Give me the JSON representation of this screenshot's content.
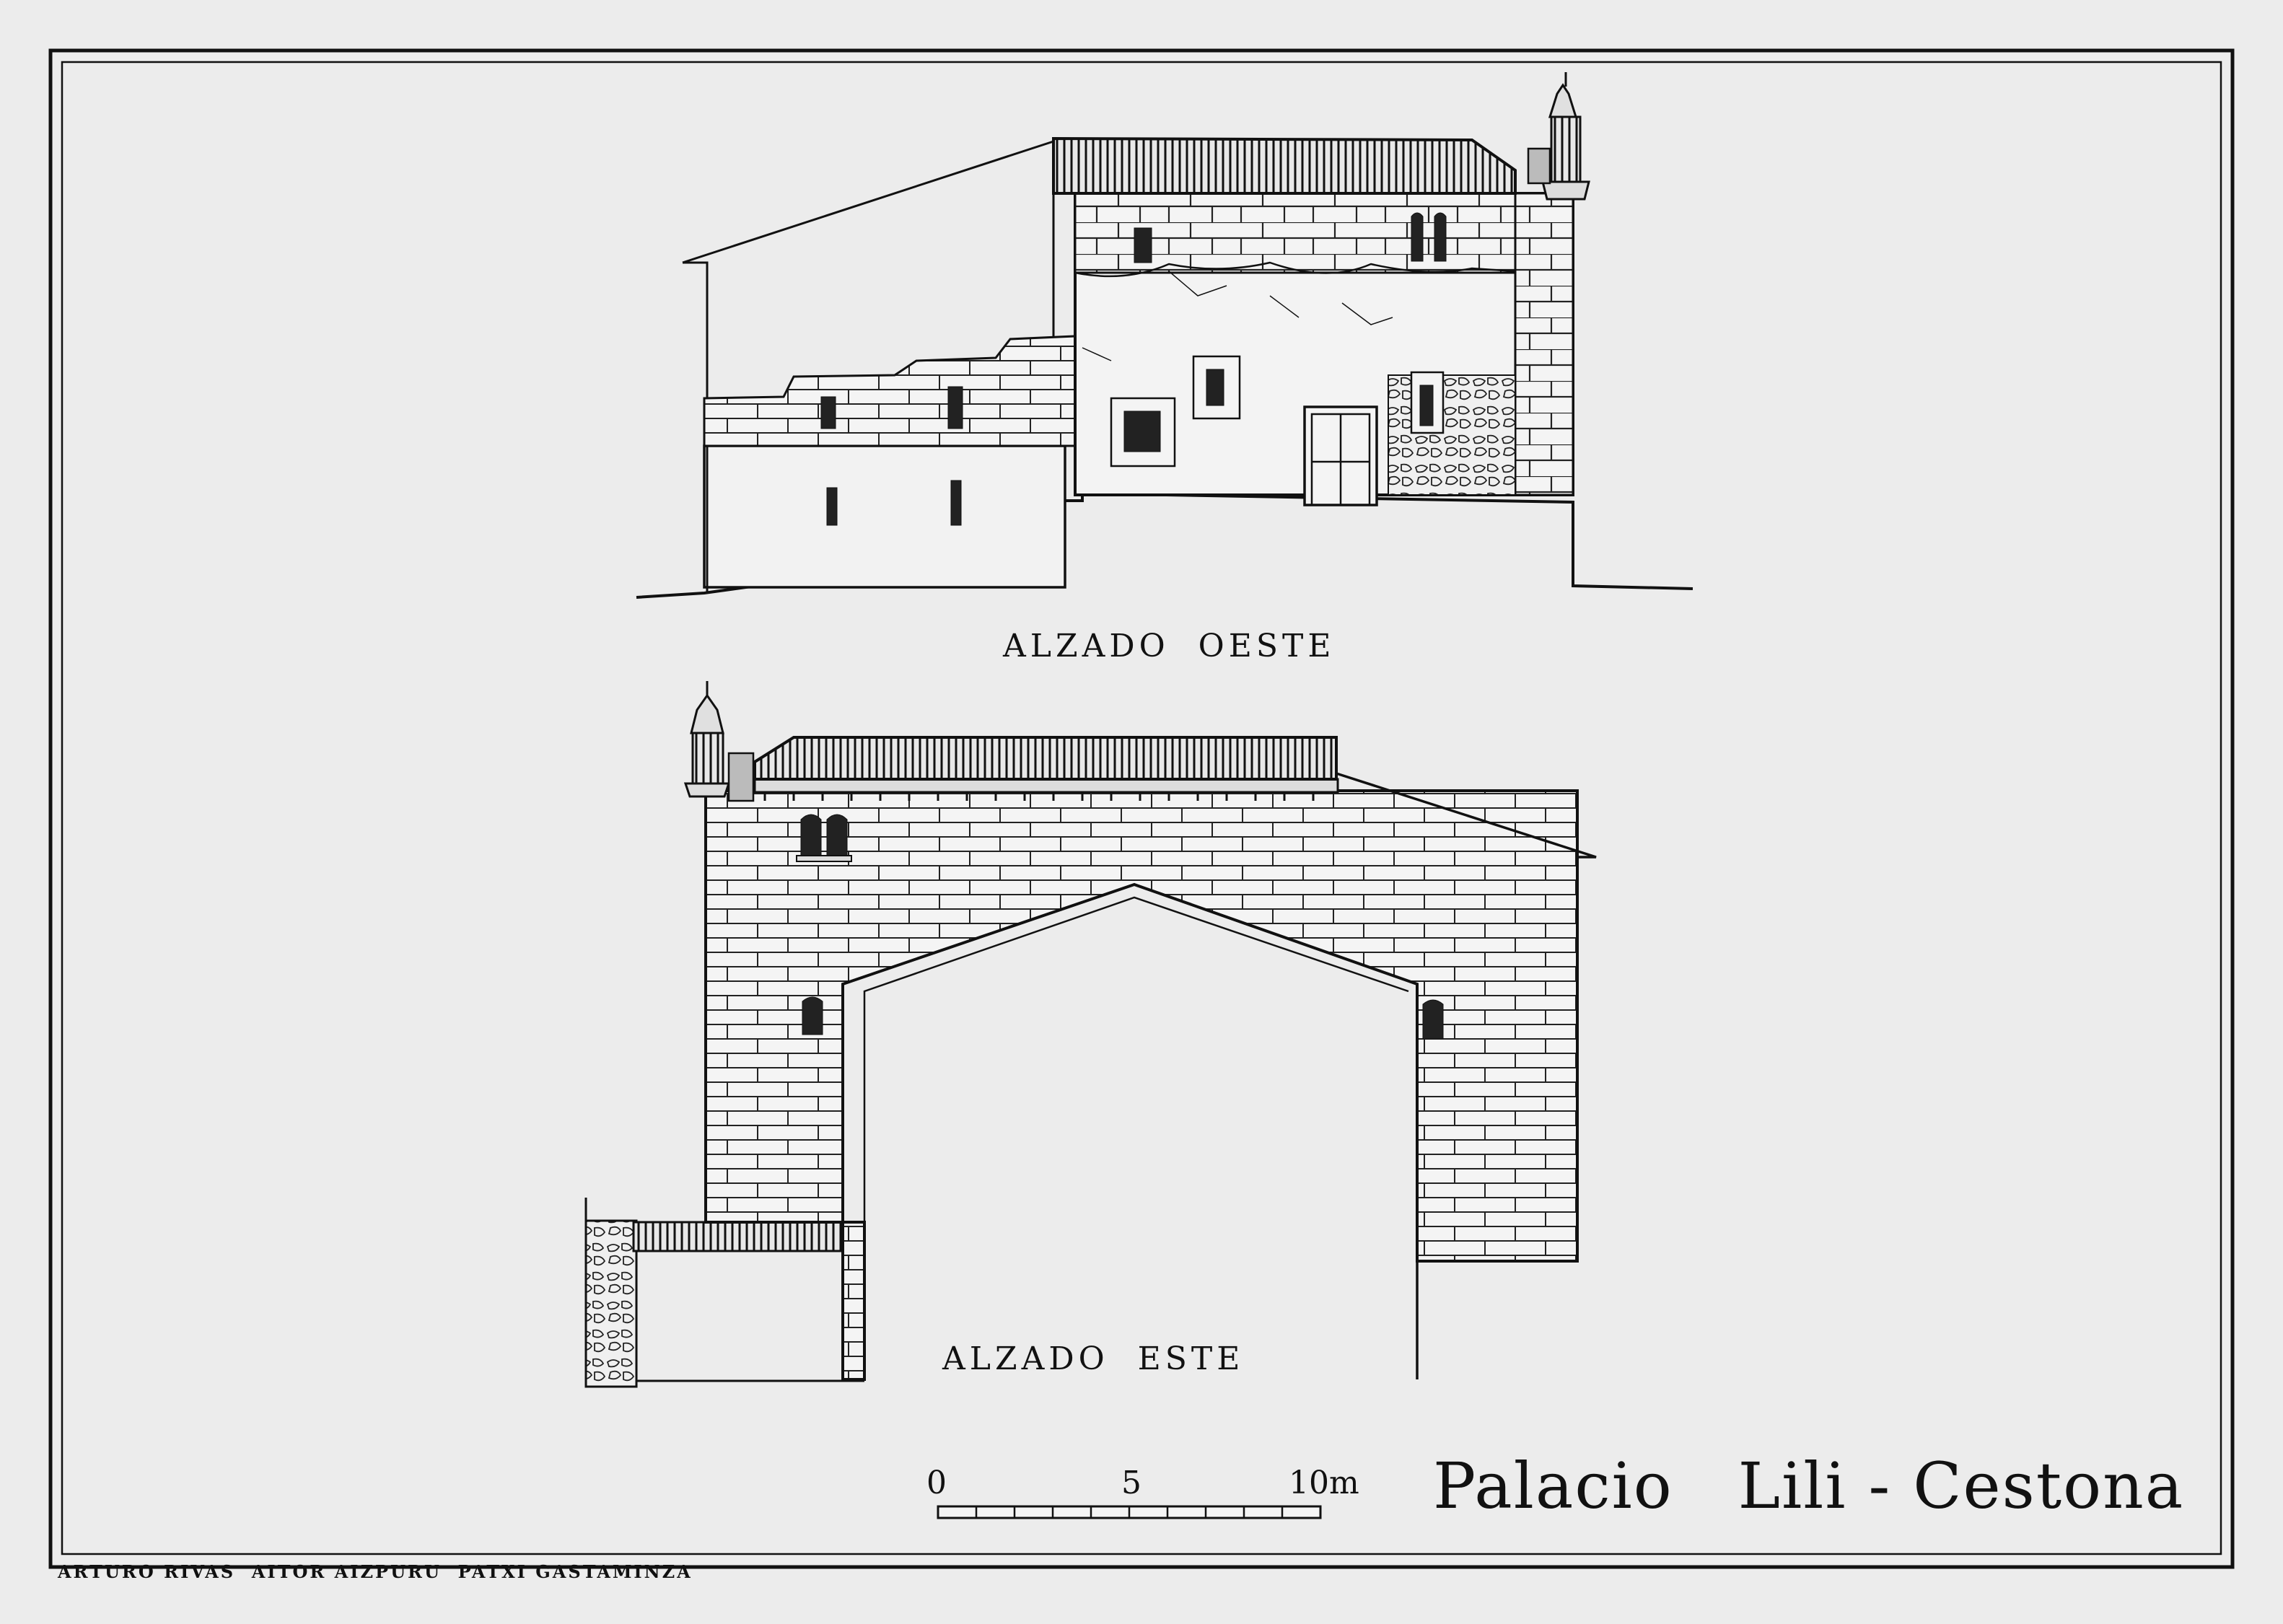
{
  "elevations": {
    "west_label": "ALZADO  OESTE",
    "east_label": "ALZADO  ESTE"
  },
  "scale_bar": {
    "start": "0",
    "mid": "5",
    "end": "10m"
  },
  "title": "Palacio   Lili - Cestona",
  "credits": "ARTURO RIVAS  AITOR AIZPURU  PATXI GASTAMINZA"
}
